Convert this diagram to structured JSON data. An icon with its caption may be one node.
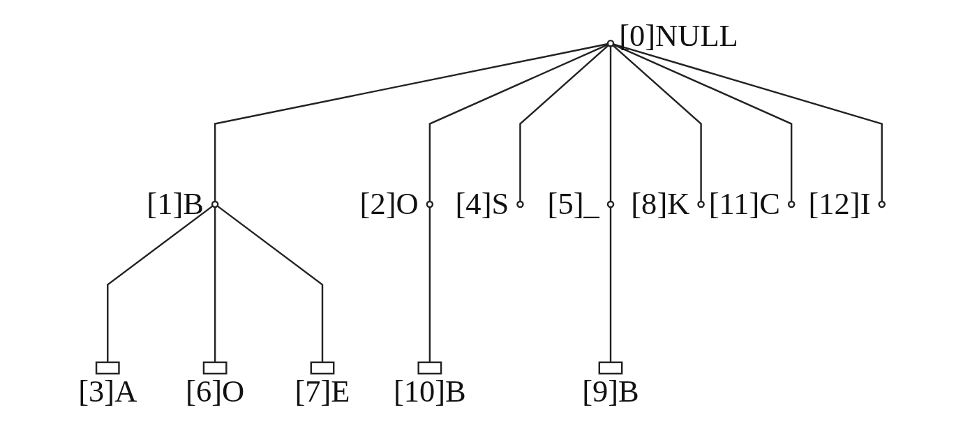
{
  "diagram": {
    "nodes": [
      {
        "text": [],
        "shape": "circle",
        "beside": [
          "[0]NULL"
        ]
      },
      {
        "text": [],
        "shape": "circle",
        "beside": [
          "[1]B"
        ]
      },
      {
        "text": [],
        "shape": "circle",
        "beside": [
          "[2]O"
        ]
      },
      {
        "text": [],
        "shape": "circle",
        "beside": [
          "[4]S"
        ]
      },
      {
        "text": [],
        "shape": "circle",
        "beside": [
          "[5]_"
        ]
      },
      {
        "text": [],
        "shape": "circle",
        "beside": [
          "[8]K"
        ]
      },
      {
        "text": [],
        "shape": "circle",
        "beside": [
          "[11]C"
        ]
      },
      {
        "text": [],
        "shape": "circle",
        "beside": [
          "[12]I"
        ]
      },
      {
        "text": [],
        "shape": "box",
        "beside": [
          "[3]A"
        ]
      },
      {
        "text": [],
        "shape": "box",
        "beside": [
          "[6]O"
        ]
      },
      {
        "text": [],
        "shape": "box",
        "beside": [
          "[7]E"
        ]
      },
      {
        "text": [],
        "shape": "box",
        "beside": [
          "[10]B"
        ]
      },
      {
        "text": [],
        "shape": "box",
        "beside": [
          "[9]B"
        ]
      }
    ],
    "edges": [
      {
        "from": 0,
        "to": 1,
        "arrow": "none"
      },
      {
        "from": 0,
        "to": 2,
        "arrow": "none"
      },
      {
        "from": 0,
        "to": 3,
        "arrow": "none"
      },
      {
        "from": 0,
        "to": 4,
        "arrow": "none"
      },
      {
        "from": 0,
        "to": 5,
        "arrow": "none"
      },
      {
        "from": 0,
        "to": 6,
        "arrow": "none"
      },
      {
        "from": 0,
        "to": 7,
        "arrow": "none"
      },
      {
        "from": 1,
        "to": 8,
        "arrow": "none"
      },
      {
        "from": 1,
        "to": 9,
        "arrow": "none"
      },
      {
        "from": 1,
        "to": 10,
        "arrow": "none"
      },
      {
        "from": 2,
        "to": 11,
        "arrow": "none"
      },
      {
        "from": 4,
        "to": 12,
        "arrow": "none"
      }
    ]
  }
}
